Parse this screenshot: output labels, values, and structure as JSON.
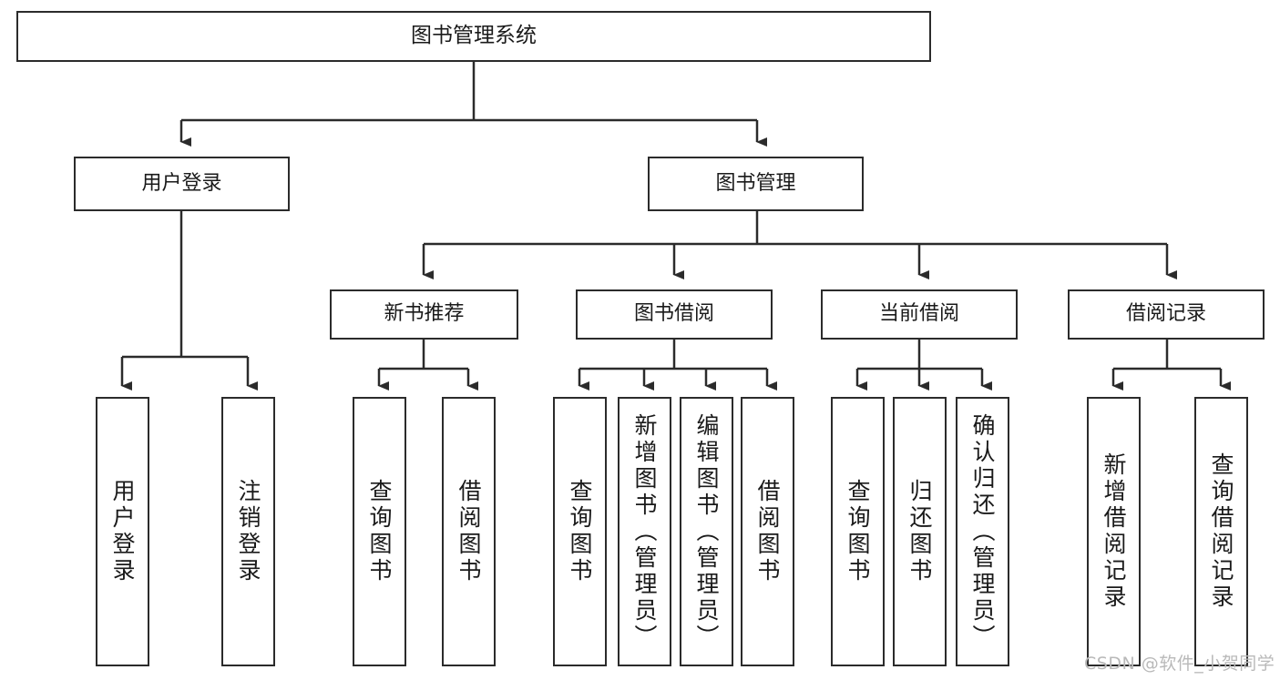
{
  "diagram": {
    "title": "图书管理系统",
    "type": "tree-hierarchy-diagram",
    "root": {
      "label": "图书管理系统"
    },
    "level2": [
      {
        "label": "用户登录"
      },
      {
        "label": "图书管理"
      }
    ],
    "level3": [
      {
        "label": "新书推荐"
      },
      {
        "label": "图书借阅"
      },
      {
        "label": "当前借阅"
      },
      {
        "label": "借阅记录"
      }
    ],
    "leaves": {
      "user_login": [
        {
          "label": "用户登录"
        },
        {
          "label": "注销登录"
        }
      ],
      "new_book": [
        {
          "label": "查询图书"
        },
        {
          "label": "借阅图书"
        }
      ],
      "book_borrow": [
        {
          "label": "查询图书"
        },
        {
          "label": "新增图书（管理员）"
        },
        {
          "label": "编辑图书（管理员）"
        },
        {
          "label": "借阅图书"
        }
      ],
      "current_borrow": [
        {
          "label": "查询图书"
        },
        {
          "label": "归还图书"
        },
        {
          "label": "确认归还（管理员）"
        }
      ],
      "borrow_record": [
        {
          "label": "新增借阅记录"
        },
        {
          "label": "查询借阅记录"
        }
      ]
    }
  },
  "watermark": {
    "text": "CSDN @软件_小贺同学"
  },
  "colors": {
    "stroke": "#2b2b2b",
    "background": "#ffffff",
    "text": "#1a1a1a",
    "watermark": "#b9b9b9"
  }
}
